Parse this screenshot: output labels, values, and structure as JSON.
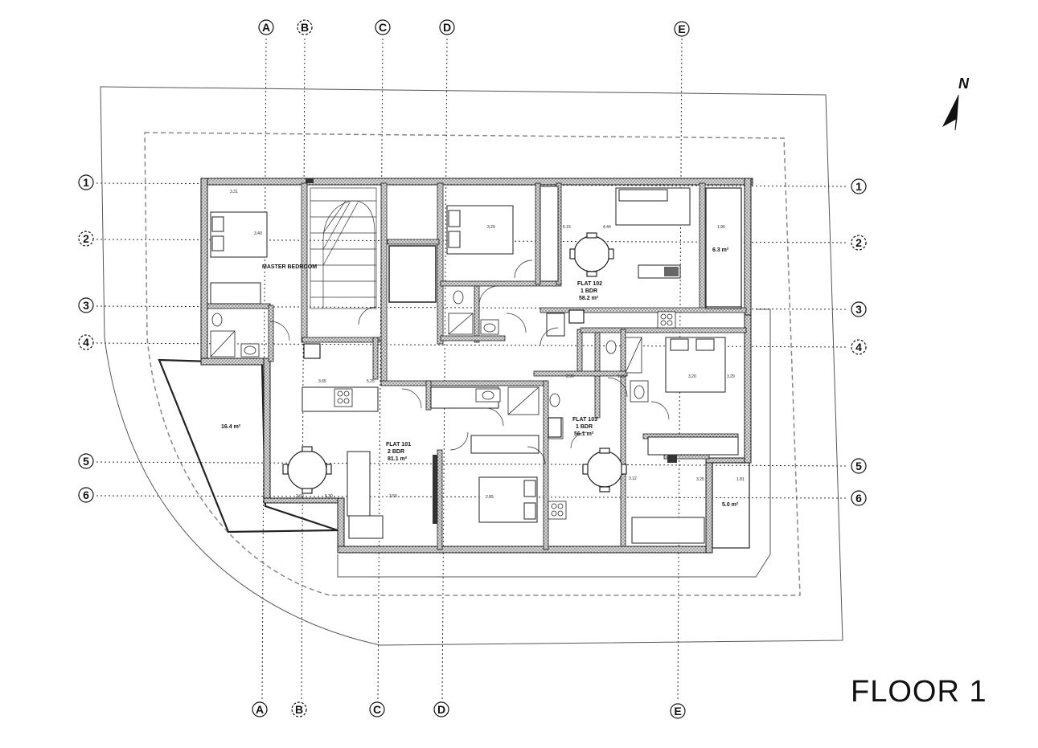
{
  "title": "FLOOR 1",
  "north_label": "N",
  "grid": {
    "columns": [
      "A",
      "B",
      "C",
      "D",
      "E"
    ],
    "rows": [
      "1",
      "2",
      "3",
      "4",
      "5",
      "6"
    ]
  },
  "rooms": {
    "master_bedroom": "MASTER BEDROOM",
    "flat_101": {
      "name": "FLAT 101",
      "type": "2 BDR",
      "area": "81.1 m²"
    },
    "flat_102": {
      "name": "FLAT 102",
      "type": "1 BDR",
      "area": "58.2 m²"
    },
    "flat_103": {
      "name": "FLAT 103",
      "type": "1 BDR",
      "area": "56.1 m²"
    }
  },
  "areas": {
    "terrace_west": "16.4 m²",
    "balcony_ne": "6.3 m²",
    "balcony_se": "5.0 m²"
  },
  "dimensions": [
    "3.31",
    "3.40",
    "3.65",
    "5.25",
    "2.60",
    "5.30",
    "3.50",
    "2.85",
    "3.29",
    "5.15",
    "4.44",
    "1.95",
    "3.20",
    "3.29",
    "2.90",
    "1.20",
    "3.12",
    "3.25",
    "1.81"
  ],
  "colors": {
    "wall": "#222222",
    "wall_fill": "#9a9a9a",
    "grid_line": "#333333",
    "dashed_outline": "#888888"
  }
}
